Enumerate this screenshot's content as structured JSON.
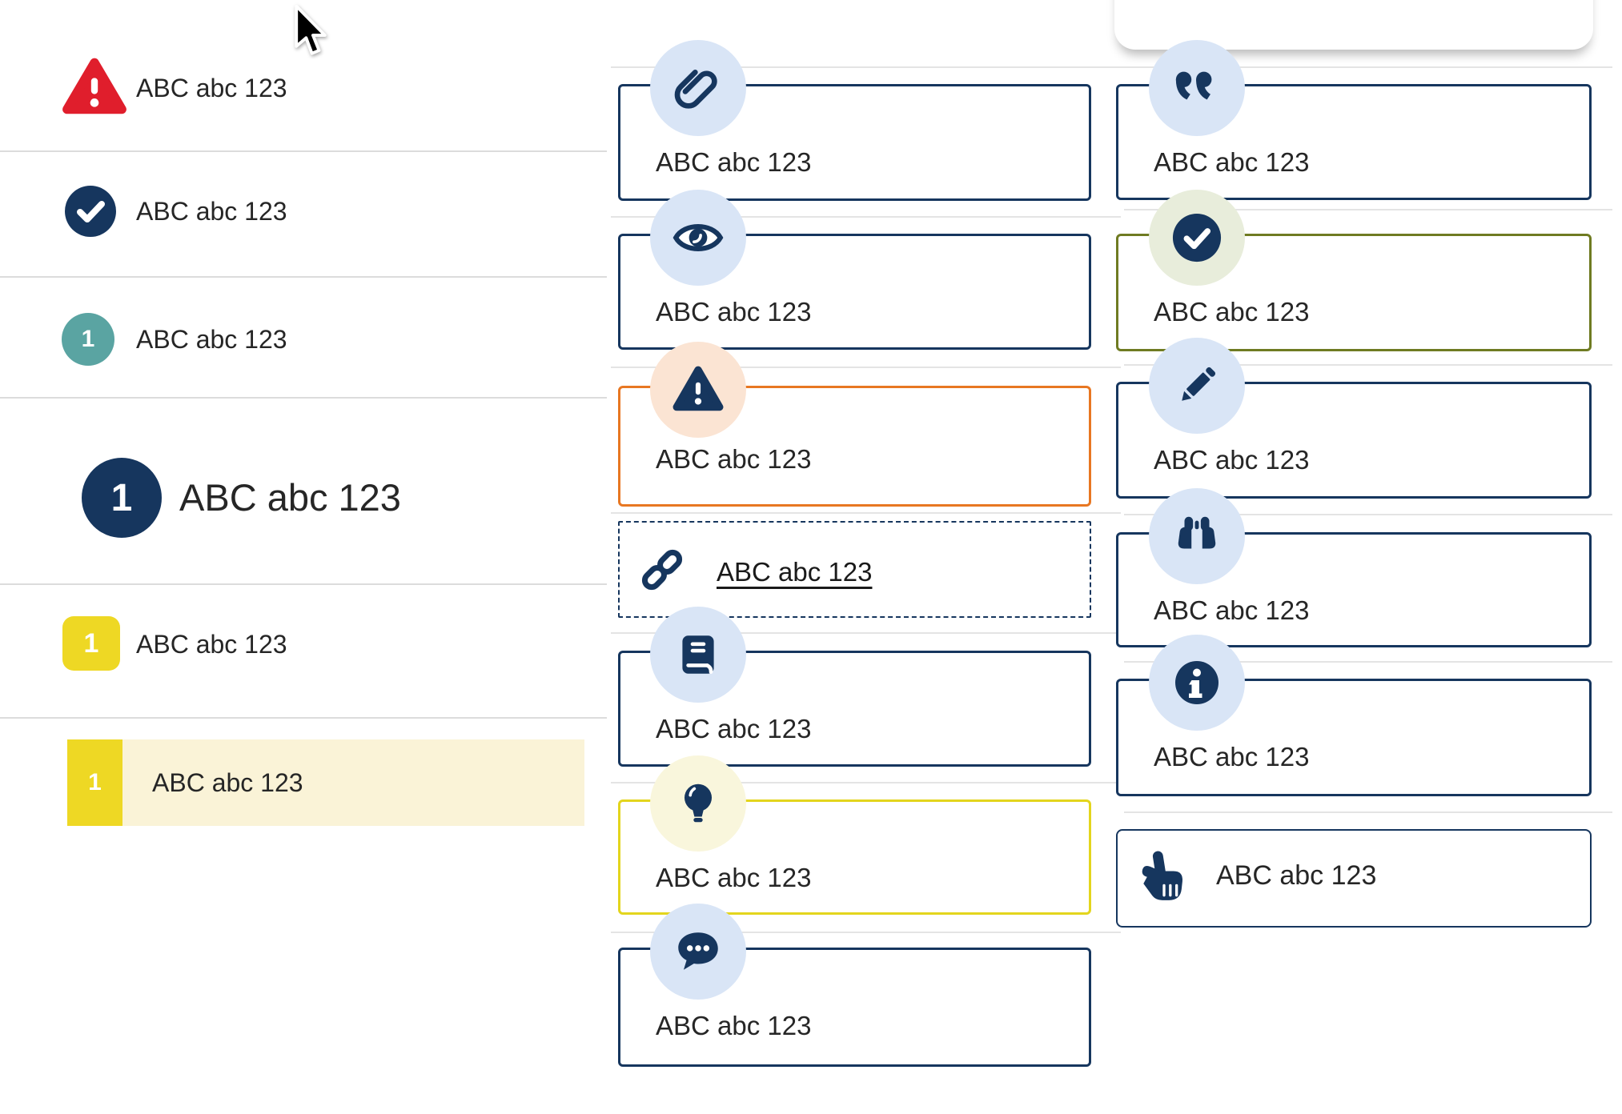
{
  "left_list": {
    "items": [
      {
        "icon": "warning-triangle",
        "label": "ABC abc 123"
      },
      {
        "icon": "check-circle",
        "label": "ABC abc 123"
      },
      {
        "icon": "number-badge-teal",
        "badge": "1",
        "label": "ABC abc 123"
      },
      {
        "icon": "number-badge-navy-large",
        "badge": "1",
        "label": "ABC abc 123"
      },
      {
        "icon": "number-badge-yellow",
        "badge": "1",
        "label": "ABC abc 123"
      },
      {
        "icon": "number-badge-yellow-bar",
        "badge": "1",
        "label": "ABC abc 123",
        "highlighted": true
      }
    ]
  },
  "middle_cards": [
    {
      "icon": "paperclip",
      "label": "ABC abc 123"
    },
    {
      "icon": "eye",
      "label": "ABC abc 123"
    },
    {
      "icon": "warning-triangle",
      "label": "ABC abc 123",
      "border": "orange"
    },
    {
      "icon": "link",
      "label": "ABC abc 123",
      "border": "dashed",
      "link": true
    },
    {
      "icon": "book",
      "label": "ABC abc 123"
    },
    {
      "icon": "lightbulb",
      "label": "ABC abc 123",
      "border": "yellow"
    },
    {
      "icon": "chat",
      "label": "ABC abc 123"
    }
  ],
  "right_cards": [
    {
      "icon": "quote",
      "label": "ABC abc 123"
    },
    {
      "icon": "check-circle",
      "label": "ABC abc 123",
      "border": "olive"
    },
    {
      "icon": "pencil",
      "label": "ABC abc 123"
    },
    {
      "icon": "binoculars",
      "label": "ABC abc 123"
    },
    {
      "icon": "info",
      "label": "ABC abc 123"
    },
    {
      "icon": "hand-pointer",
      "label": "ABC abc 123",
      "border": "thin"
    }
  ],
  "colors": {
    "navy": "#16365e",
    "red": "#e01e2c",
    "orange": "#e87722",
    "olive": "#6f7b22",
    "yellow_border": "#e3d51d",
    "yellow_badge": "#eed824",
    "highlight_row": "#faf3d7",
    "teal_badge": "#5aa4a2",
    "icon_circle_blue": "#d9e5f6",
    "icon_circle_peach": "#fbe4d3",
    "icon_circle_pale_yellow": "#f9f6dc",
    "icon_circle_pale_green": "#e8eddb",
    "text": "#262626",
    "hairline": "#dcdcdc"
  }
}
